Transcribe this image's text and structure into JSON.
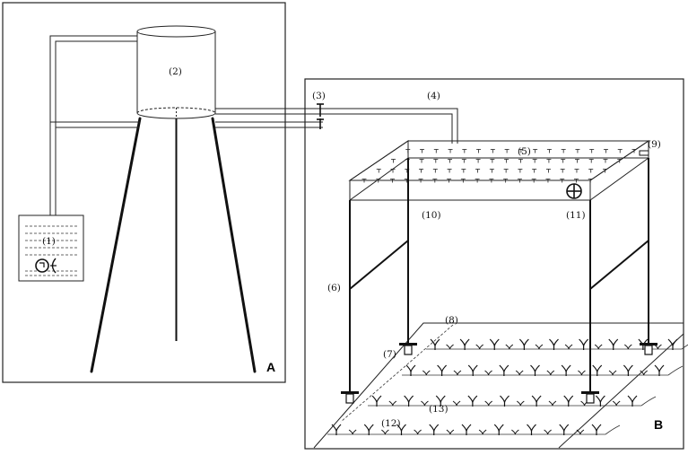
{
  "panels": {
    "a": {
      "label": "A"
    },
    "b": {
      "label": "B"
    }
  },
  "labels": {
    "l1": "(1)",
    "l2": "(2)",
    "l3": "(3)",
    "l4": "(4)",
    "l5": "(5)",
    "l6": "(6)",
    "l7": "(7)",
    "l8": "(8)",
    "l9": "(9)",
    "l10": "(10)",
    "l11": "(11)",
    "l12": "(12)",
    "l13": "(13)"
  }
}
